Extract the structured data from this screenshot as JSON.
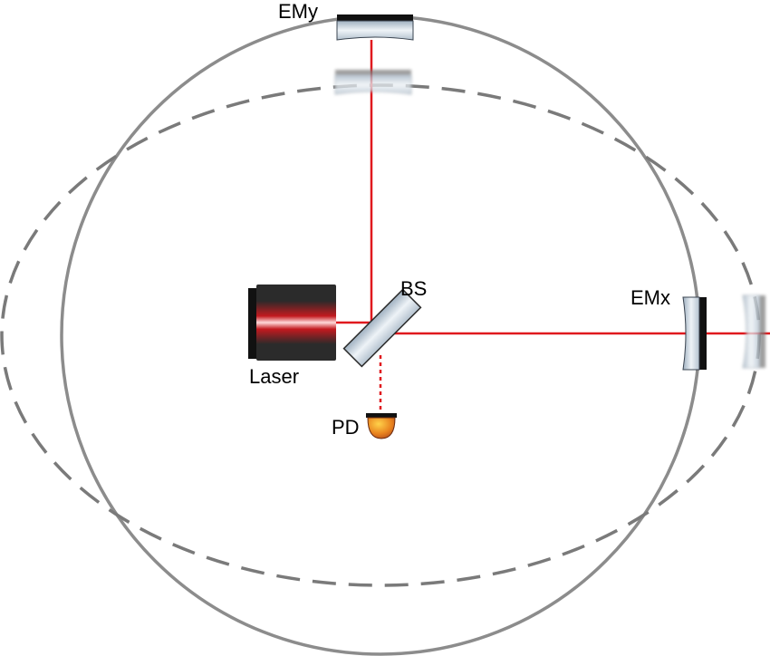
{
  "labels": {
    "emy": "EMy",
    "emx": "EMx",
    "bs": "BS",
    "laser": "Laser",
    "pd": "PD"
  },
  "colors": {
    "beam": "#e0191e",
    "ring": "#8c8c8c",
    "mirror_backing": "#111111",
    "mirror_glass": "#c9d3dd",
    "pd_dome": "#e8821e"
  }
}
